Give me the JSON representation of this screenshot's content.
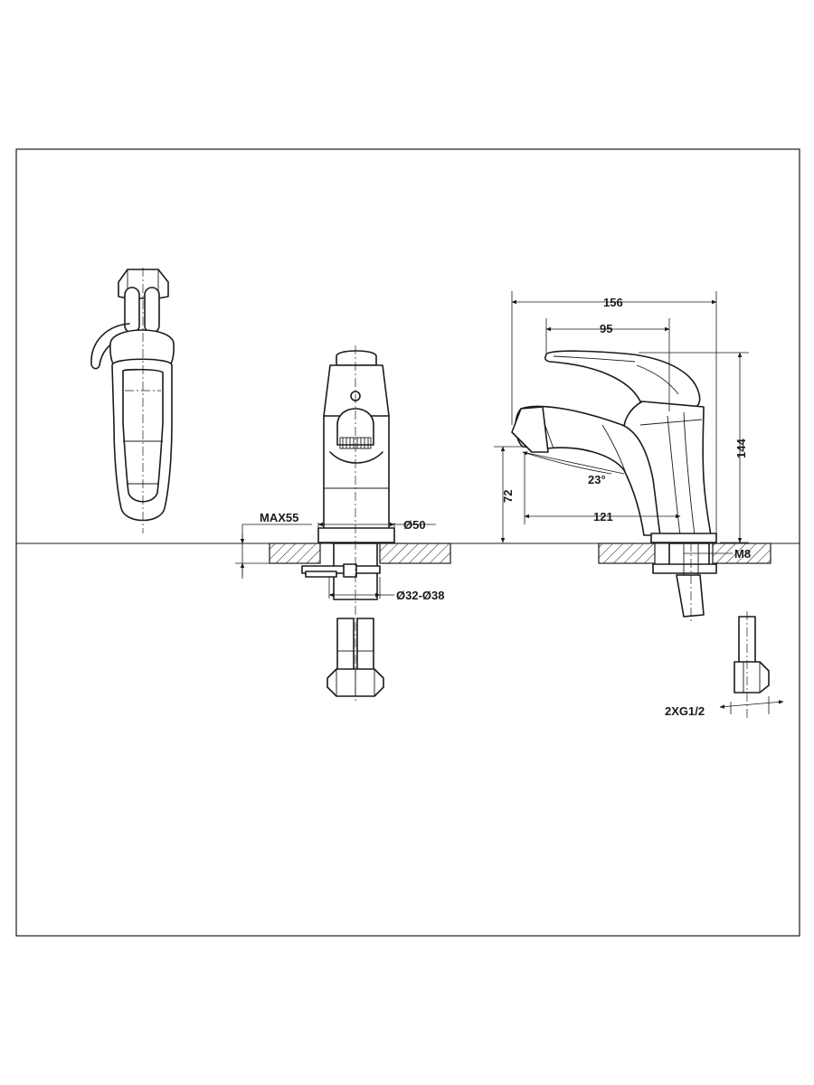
{
  "dimensions": {
    "length_overall": "156",
    "length_handle": "95",
    "height_overall": "144",
    "height_spout": "72",
    "spout_reach": "121",
    "spout_angle": "23°",
    "base_diameter": "Ø50",
    "max_deck_thickness": "MAX55",
    "hole_diameter": "Ø32-Ø38",
    "stud_thread": "M8",
    "hose_connection": "2XG1/2"
  }
}
